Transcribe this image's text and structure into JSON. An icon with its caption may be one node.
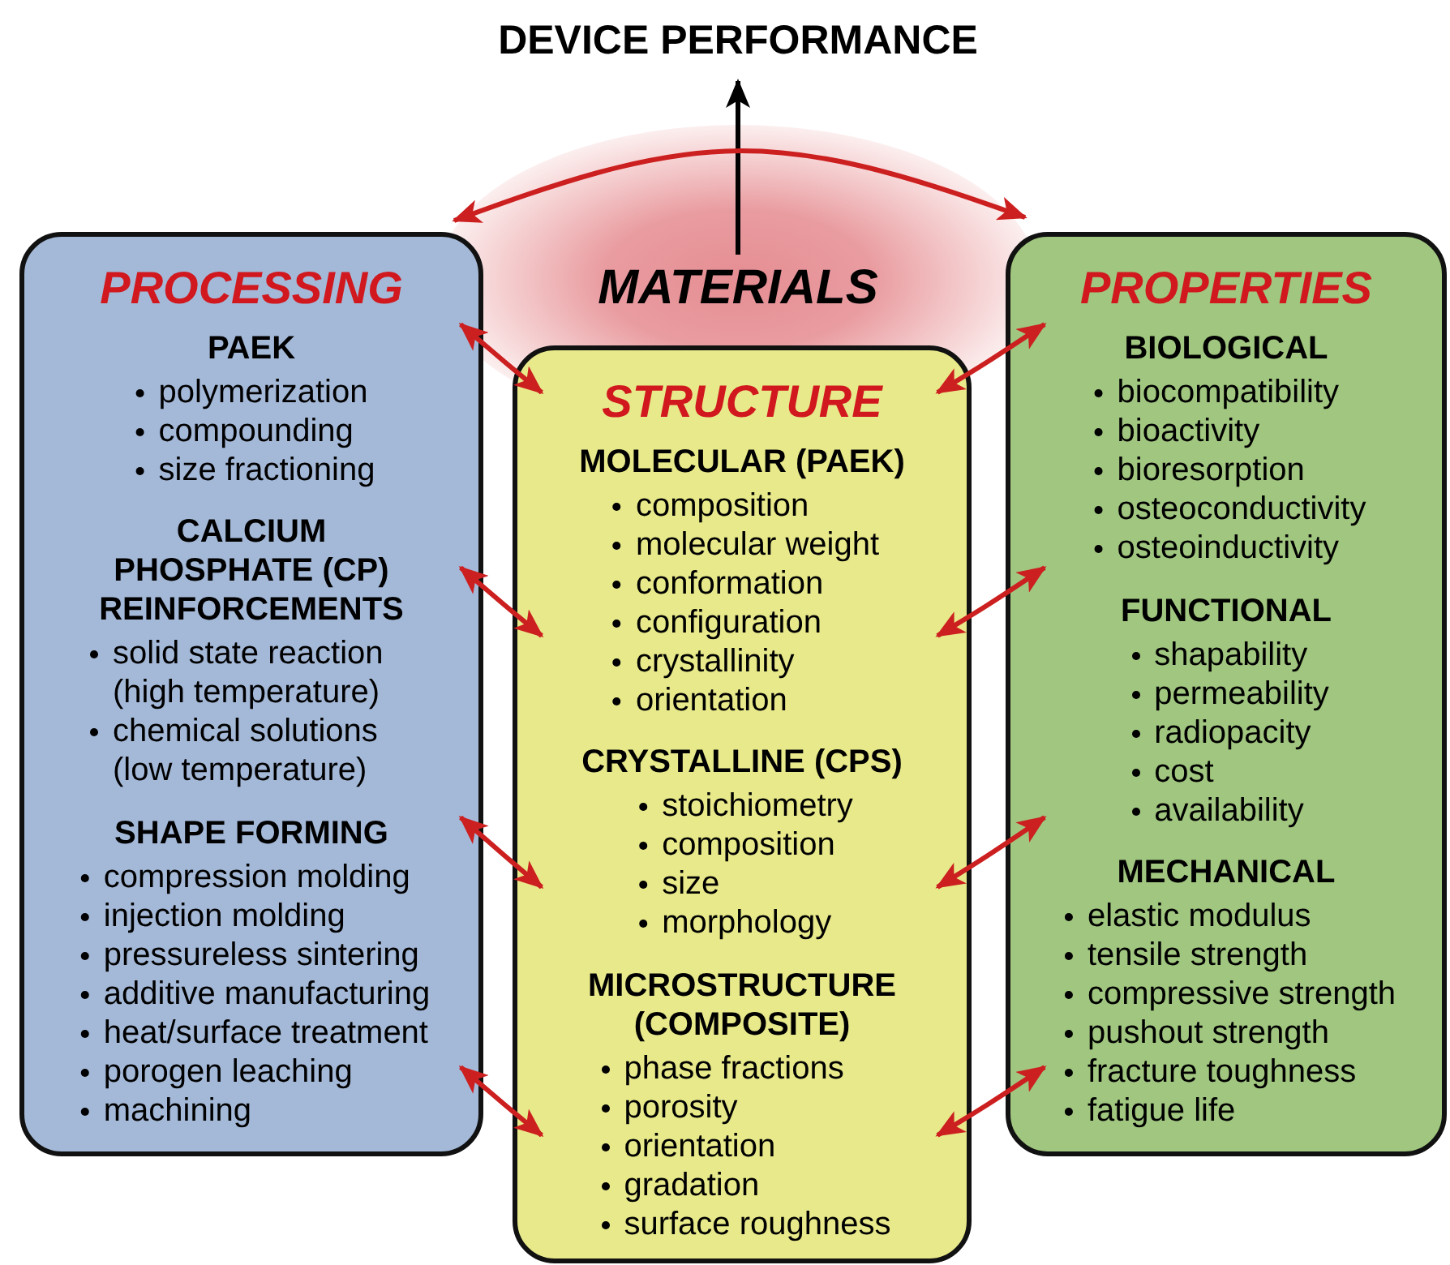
{
  "diagram": {
    "nodes": [
      {
        "text": [
          "DEVICE PERFORMANCE"
        ]
      },
      {
        "text": [
          "MATERIALS"
        ]
      },
      {
        "text": [
          "PROCESSING"
        ]
      },
      {
        "text": [
          "PAEK",
          "polymerization",
          "compounding",
          "size fractioning"
        ],
        "in": 2
      },
      {
        "text": [
          "CALCIUM PHOSPHATE (CP) REINFORCEMENTS",
          "solid state reaction (high temperature)",
          "chemical solutions (low temperature)"
        ],
        "in": 2
      },
      {
        "text": [
          "SHAPE FORMING",
          "compression molding",
          "injection molding",
          "pressureless sintering",
          "additive manufacturing",
          "heat/surface treatment",
          "porogen leaching",
          "machining"
        ],
        "in": 2
      },
      {
        "text": [
          "STRUCTURE"
        ]
      },
      {
        "text": [
          "MOLECULAR (PAEK)",
          "composition",
          "molecular weight",
          "conformation",
          "configuration",
          "crystallinity",
          "orientation"
        ],
        "in": 6
      },
      {
        "text": [
          "CRYSTALLINE (CPS)",
          "stoichiometry",
          "composition",
          "size",
          "morphology"
        ],
        "in": 6
      },
      {
        "text": [
          "MICROSTRUCTURE (COMPOSITE)",
          "phase fractions",
          "porosity",
          "orientation",
          "gradation",
          "surface roughness"
        ],
        "in": 6
      },
      {
        "text": [
          "PROPERTIES"
        ]
      },
      {
        "text": [
          "BIOLOGICAL",
          "biocompatibility",
          "bioactivity",
          "bioresorption",
          "osteoconductivity",
          "osteoinductivity"
        ],
        "in": 10
      },
      {
        "text": [
          "FUNCTIONAL",
          "shapability",
          "permeability",
          "radiopacity",
          "cost",
          "availability"
        ],
        "in": 10
      },
      {
        "text": [
          "MECHANICAL",
          "elastic modulus",
          "tensile strength",
          "compressive strength",
          "pushout strength",
          "fracture toughness",
          "fatigue life"
        ],
        "in": 10
      }
    ],
    "edges": [
      {
        "from": 1,
        "to": 0,
        "arrow": "to",
        "color": "#000000"
      },
      {
        "from": 2,
        "to": 10,
        "arrow": "both"
      },
      {
        "from": 2,
        "to": 6,
        "arrow": "both"
      },
      {
        "from": 2,
        "to": 6,
        "arrow": "both"
      },
      {
        "from": 2,
        "to": 6,
        "arrow": "both"
      },
      {
        "from": 2,
        "to": 6,
        "arrow": "both"
      },
      {
        "from": 6,
        "to": 10,
        "arrow": "both"
      },
      {
        "from": 6,
        "to": 10,
        "arrow": "both"
      },
      {
        "from": 6,
        "to": 10,
        "arrow": "both"
      },
      {
        "from": 6,
        "to": 10,
        "arrow": "both"
      }
    ]
  }
}
